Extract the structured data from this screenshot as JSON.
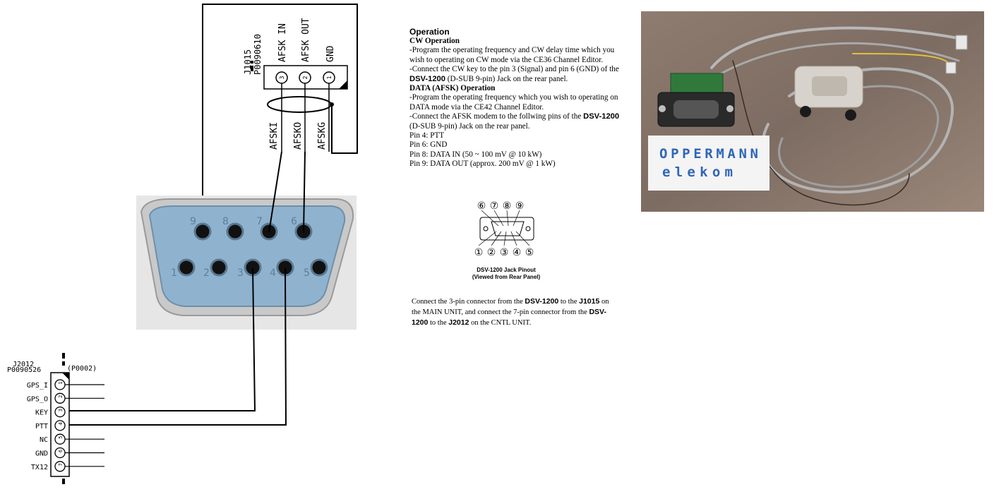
{
  "j1015": {
    "ref": "J1015",
    "part": "P0090610",
    "pin_labels": [
      "AFSK IN",
      "AFSK OUT",
      "GND"
    ],
    "pin_numbers": [
      "3",
      "2",
      "1"
    ],
    "wire_labels": [
      "AFSKI",
      "AFSKO",
      "AFSKG"
    ]
  },
  "j2012": {
    "ref": "J2012",
    "part": "P0090526",
    "sub": "(P0002)",
    "pins": [
      {
        "label": "GPS_I",
        "num": "1"
      },
      {
        "label": "GPS_O",
        "num": "2"
      },
      {
        "label": "KEY",
        "num": "3"
      },
      {
        "label": "PTT",
        "num": "4"
      },
      {
        "label": "NC",
        "num": "5"
      },
      {
        "label": "GND",
        "num": "6"
      },
      {
        "label": "TX12",
        "num": "7"
      }
    ]
  },
  "dsub": {
    "top_numbers": [
      "9",
      "8",
      "7",
      "6"
    ],
    "bottom_numbers": [
      "1",
      "2",
      "3",
      "4",
      "5"
    ]
  },
  "operation": {
    "title": "Operation",
    "cw_heading": "CW Operation",
    "cw_1": "-Program the operating frequency and CW delay time which you wish to operating on CW mode via the CE36 Channel Editor.",
    "cw_2_pre": "-Connect the CW key to the pin 3 (Signal) and pin 6 (GND) of the",
    "cw_2_model": "DSV-1200",
    "cw_2_post": "(D-SUB 9-pin) Jack on the rear panel.",
    "data_heading": "DATA (AFSK) Operation",
    "data_1": "-Program the operating frequency which you wish to operating on DATA mode via the CE42 Channel Editor.",
    "data_2_pre": "-Connect the AFSK modem to the follwing pins of the",
    "data_2_model": "DSV-1200",
    "data_2_post": "(D-SUB 9-pin) Jack on the rear panel.",
    "pin_lines": [
      "Pin 4: PTT",
      "Pin 6: GND",
      "Pin 8: DATA IN (50 ~ 100 mV @ 10 kW)",
      "Pin 9: DATA OUT (approx. 200 mV @ 1 kW)"
    ]
  },
  "pinout": {
    "top_numbers": [
      "⑥",
      "⑦",
      "⑧",
      "⑨"
    ],
    "bottom_numbers": [
      "①",
      "②",
      "③",
      "④",
      "⑤"
    ],
    "caption_1": "DSV-1200 Jack Pinout",
    "caption_2": "(Viewed from Rear Panel)"
  },
  "connect_note": {
    "p1": "Connect the 3-pin connector from the",
    "m1": "DSV-1200",
    "p2": "to the",
    "j1": "J1015",
    "p3": "on the MAIN UNIT, and connect the 7-pin connector from the",
    "m2": "DSV-1200",
    "p4": "to the",
    "j2": "J2012",
    "p5": "on the CNTL UNIT."
  },
  "photo": {
    "logo_line1": "OPPERMANN",
    "logo_line2": "elekom"
  }
}
